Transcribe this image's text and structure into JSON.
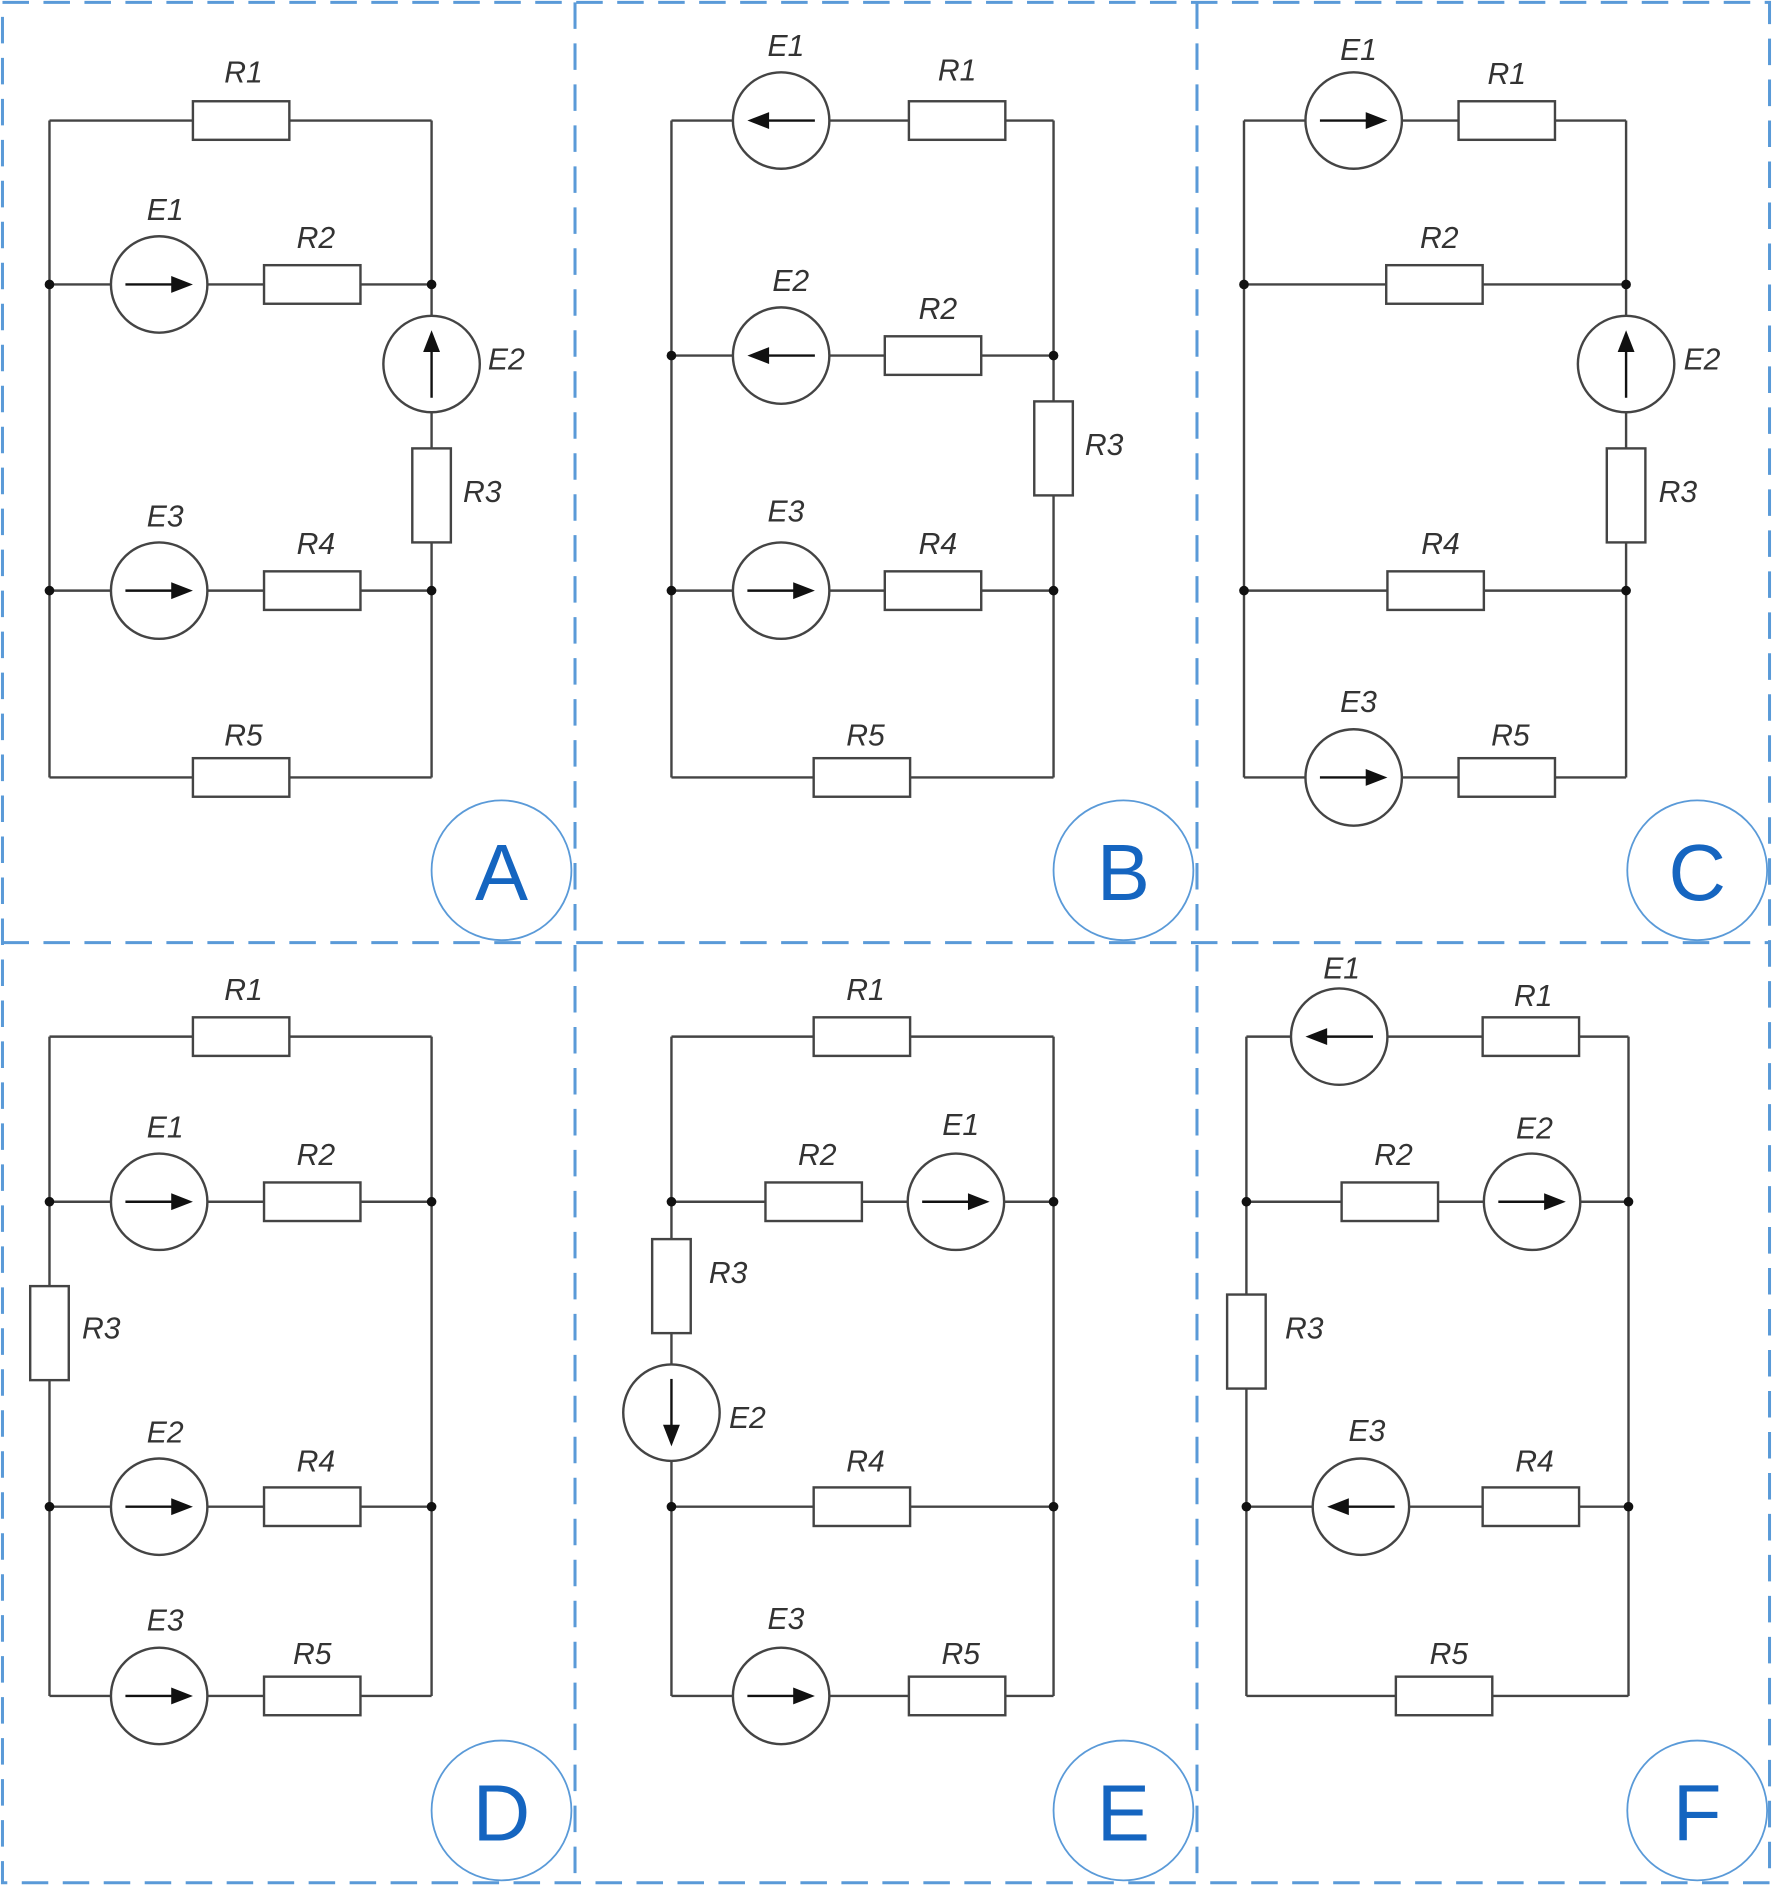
{
  "colors": {
    "frame": "#5a9ad8",
    "letter": "#1565c0",
    "wire": "#444444"
  },
  "panels": [
    {
      "letter": "A",
      "components": [
        {
          "label": "R1",
          "kind": "resistor"
        },
        {
          "label": "E1",
          "kind": "source",
          "arrow": "right"
        },
        {
          "label": "R2",
          "kind": "resistor"
        },
        {
          "label": "E2",
          "kind": "source",
          "arrow": "up"
        },
        {
          "label": "R3",
          "kind": "resistor"
        },
        {
          "label": "E3",
          "kind": "source",
          "arrow": "right"
        },
        {
          "label": "R4",
          "kind": "resistor"
        },
        {
          "label": "R5",
          "kind": "resistor"
        }
      ]
    },
    {
      "letter": "B",
      "components": [
        {
          "label": "E1",
          "kind": "source",
          "arrow": "left"
        },
        {
          "label": "R1",
          "kind": "resistor"
        },
        {
          "label": "E2",
          "kind": "source",
          "arrow": "left"
        },
        {
          "label": "R2",
          "kind": "resistor"
        },
        {
          "label": "R3",
          "kind": "resistor"
        },
        {
          "label": "E3",
          "kind": "source",
          "arrow": "right"
        },
        {
          "label": "R4",
          "kind": "resistor"
        },
        {
          "label": "R5",
          "kind": "resistor"
        }
      ]
    },
    {
      "letter": "C",
      "components": [
        {
          "label": "E1",
          "kind": "source",
          "arrow": "right"
        },
        {
          "label": "R1",
          "kind": "resistor"
        },
        {
          "label": "R2",
          "kind": "resistor"
        },
        {
          "label": "E2",
          "kind": "source",
          "arrow": "up"
        },
        {
          "label": "R3",
          "kind": "resistor"
        },
        {
          "label": "R4",
          "kind": "resistor"
        },
        {
          "label": "E3",
          "kind": "source",
          "arrow": "right"
        },
        {
          "label": "R5",
          "kind": "resistor"
        }
      ]
    },
    {
      "letter": "D",
      "components": [
        {
          "label": "R1",
          "kind": "resistor"
        },
        {
          "label": "E1",
          "kind": "source",
          "arrow": "right"
        },
        {
          "label": "R2",
          "kind": "resistor"
        },
        {
          "label": "R3",
          "kind": "resistor"
        },
        {
          "label": "E2",
          "kind": "source",
          "arrow": "right"
        },
        {
          "label": "R4",
          "kind": "resistor"
        },
        {
          "label": "E3",
          "kind": "source",
          "arrow": "right"
        },
        {
          "label": "R5",
          "kind": "resistor"
        }
      ]
    },
    {
      "letter": "E",
      "components": [
        {
          "label": "R1",
          "kind": "resistor"
        },
        {
          "label": "R2",
          "kind": "resistor"
        },
        {
          "label": "E1",
          "kind": "source",
          "arrow": "right"
        },
        {
          "label": "R3",
          "kind": "resistor"
        },
        {
          "label": "E2",
          "kind": "source",
          "arrow": "down"
        },
        {
          "label": "R4",
          "kind": "resistor"
        },
        {
          "label": "E3",
          "kind": "source",
          "arrow": "right"
        },
        {
          "label": "R5",
          "kind": "resistor"
        }
      ]
    },
    {
      "letter": "F",
      "components": [
        {
          "label": "E1",
          "kind": "source",
          "arrow": "left"
        },
        {
          "label": "R1",
          "kind": "resistor"
        },
        {
          "label": "R2",
          "kind": "resistor"
        },
        {
          "label": "E2",
          "kind": "source",
          "arrow": "right"
        },
        {
          "label": "R3",
          "kind": "resistor"
        },
        {
          "label": "E3",
          "kind": "source",
          "arrow": "left"
        },
        {
          "label": "R4",
          "kind": "resistor"
        },
        {
          "label": "R5",
          "kind": "resistor"
        }
      ]
    }
  ]
}
